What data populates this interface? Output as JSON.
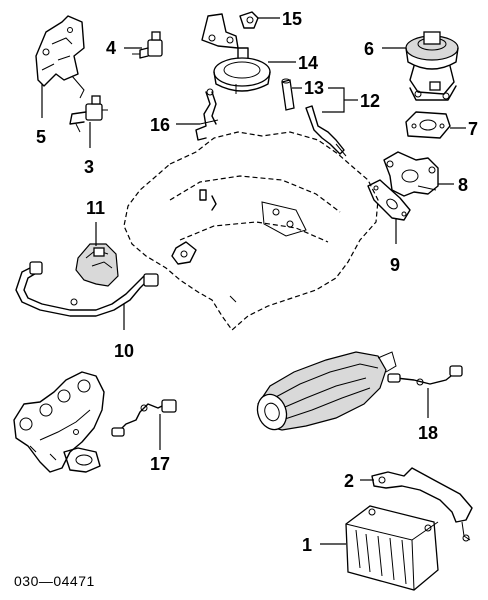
{
  "diagram": {
    "document_number": "030—04471",
    "callouts": {
      "c1": "1",
      "c2": "2",
      "c3": "3",
      "c4": "4",
      "c5": "5",
      "c6": "6",
      "c7": "7",
      "c8": "8",
      "c9": "9",
      "c10": "10",
      "c11": "11",
      "c12": "12",
      "c13": "13",
      "c14": "14",
      "c15": "15",
      "c16": "16",
      "c17": "17",
      "c18": "18"
    }
  }
}
